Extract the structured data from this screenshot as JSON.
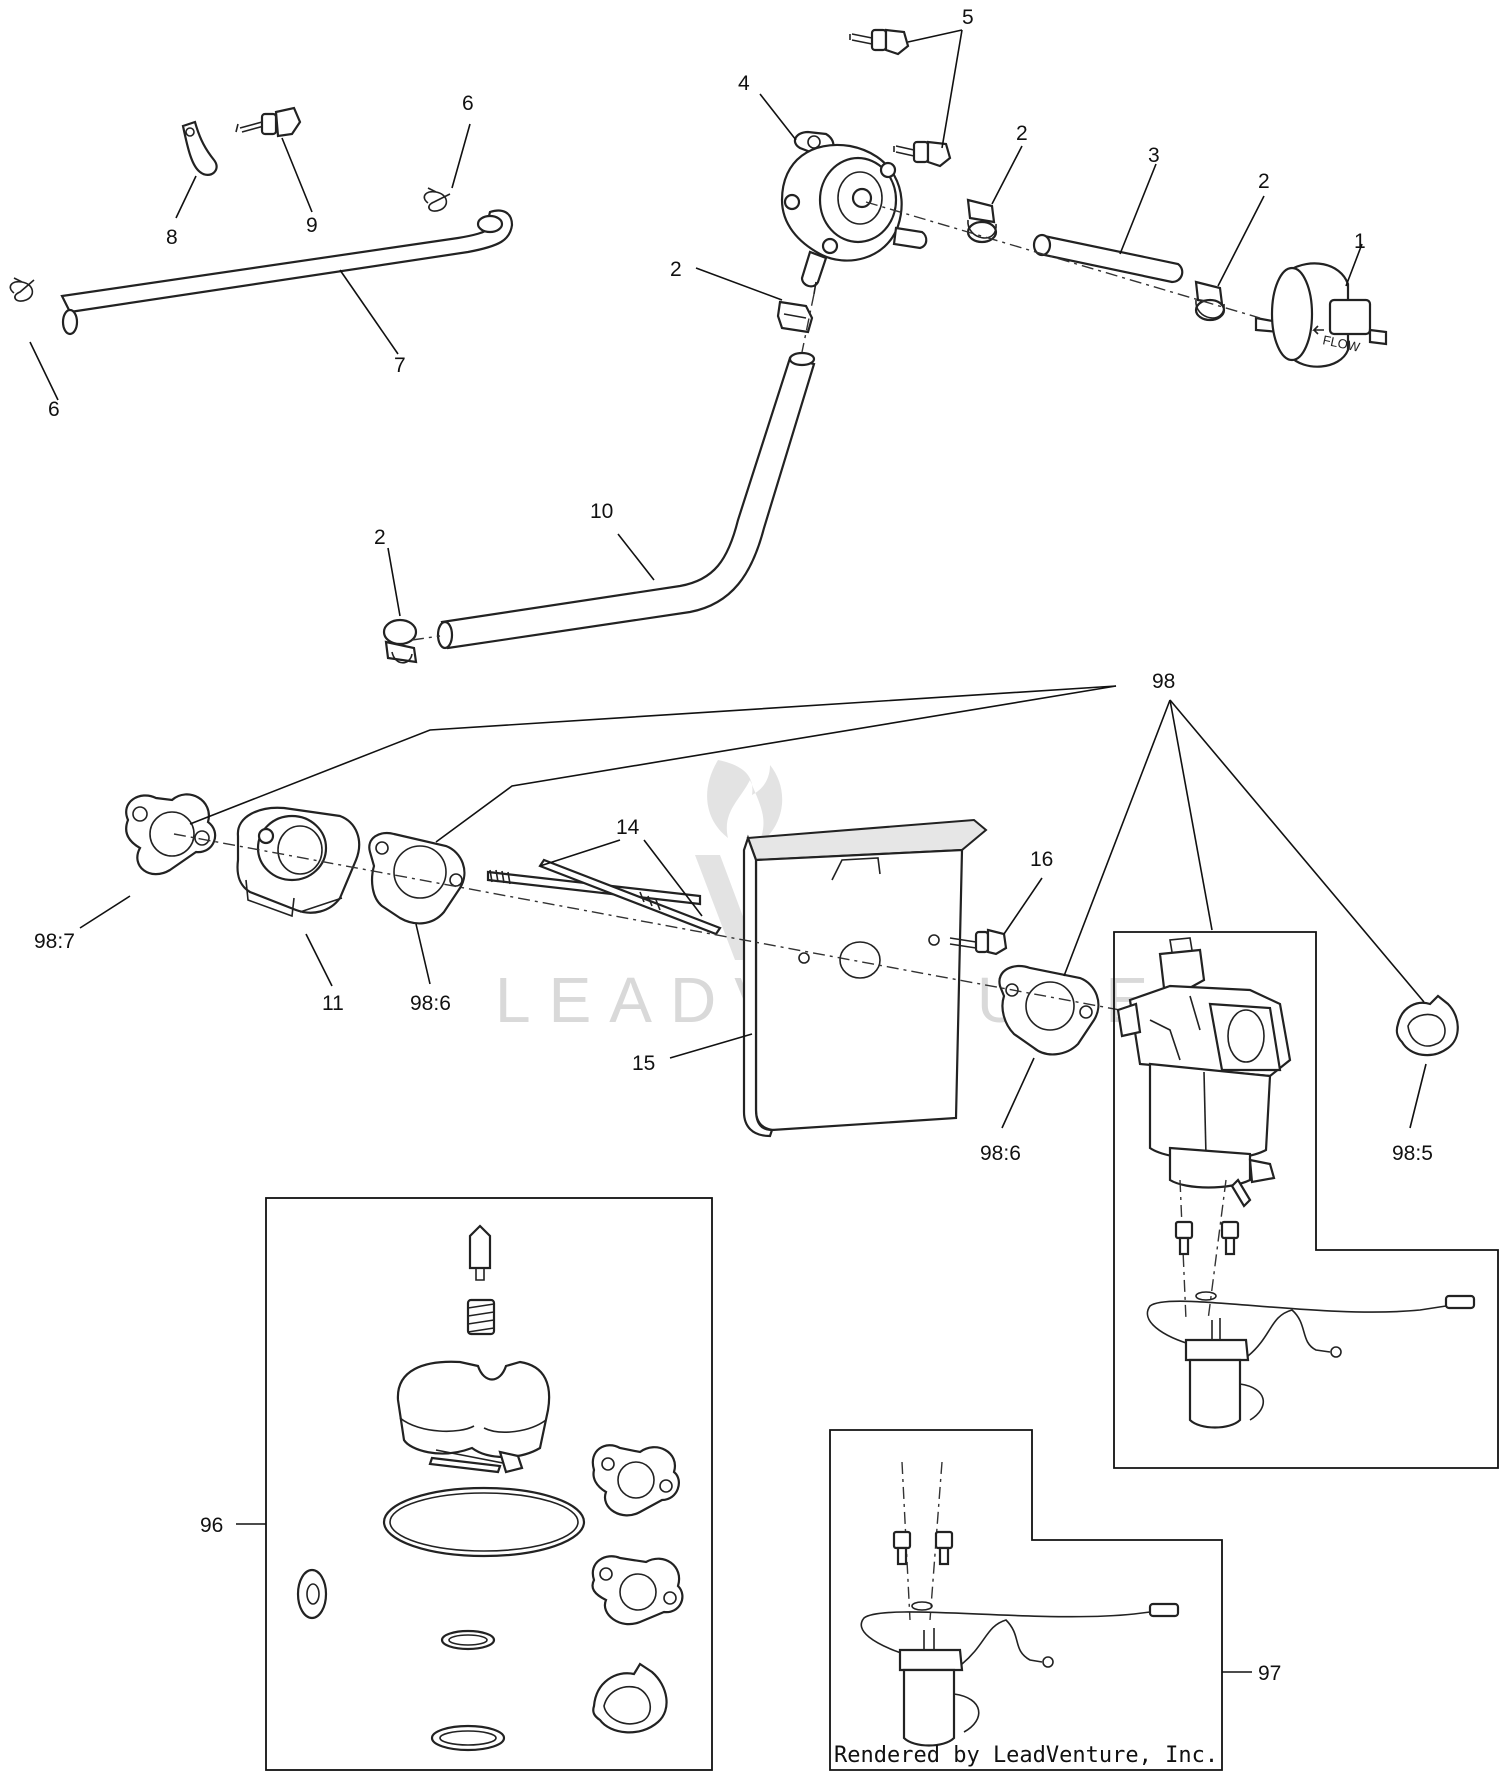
{
  "labels": {
    "l1": "1",
    "l2a": "2",
    "l2b": "2",
    "l2c": "2",
    "l2d": "2",
    "l3": "3",
    "l4": "4",
    "l5": "5",
    "l6a": "6",
    "l6b": "6",
    "l7": "7",
    "l8": "8",
    "l9": "9",
    "l10": "10",
    "l11": "11",
    "l14": "14",
    "l15": "15",
    "l16": "16",
    "l98": "98",
    "l98_7": "98:7",
    "l98_6a": "98:6",
    "l98_6b": "98:6",
    "l98_5": "98:5",
    "l96": "96",
    "l97": "97"
  },
  "filter_text": "FLOW",
  "watermark": "LEADVENTURE",
  "credit": "Rendered by LeadVenture, Inc."
}
